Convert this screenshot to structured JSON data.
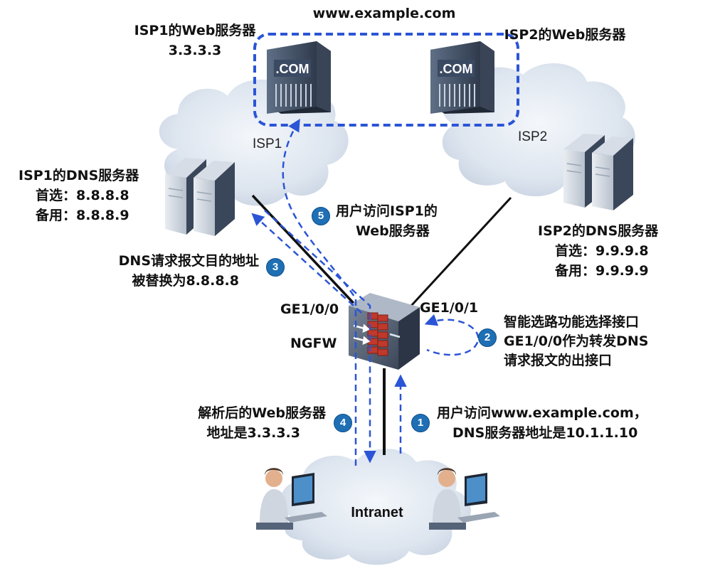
{
  "domain_title": "www.example.com",
  "isp1_web": {
    "title": "ISP1的Web服务器",
    "ip": "3.3.3.3",
    "badge": ".COM"
  },
  "isp2_web": {
    "title": "ISP2的Web服务器",
    "badge": ".COM"
  },
  "isp1_cloud": "ISP1",
  "isp2_cloud": "ISP2",
  "isp1_dns": {
    "title": "ISP1的DNS服务器",
    "primary": "首选：8.8.8.8",
    "backup": "备用：8.8.8.9"
  },
  "isp2_dns": {
    "title": "ISP2的DNS服务器",
    "primary": "首选：9.9.9.8",
    "backup": "备用：9.9.9.9"
  },
  "ngfw": {
    "label": "NGFW",
    "port_left": "GE1/0/0",
    "port_right": "GE1/0/1"
  },
  "intranet": "Intranet",
  "steps": [
    {
      "num": "1",
      "line1": "用户访问www.example.com，",
      "line2": "DNS服务器地址是10.1.1.10"
    },
    {
      "num": "2",
      "line1": "智能选路功能选择接口",
      "line2": "GE1/0/0作为转发DNS",
      "line3": "请求报文的出接口"
    },
    {
      "num": "3",
      "line1": "DNS请求报文目的地址",
      "line2": "被替换为8.8.8.8"
    },
    {
      "num": "4",
      "line1": "解析后的Web服务器",
      "line2": "地址是3.3.3.3"
    },
    {
      "num": "5",
      "line1": "用户访问ISP1的",
      "line2": "Web服务器"
    }
  ],
  "colors": {
    "arrow": "#2b55d6",
    "step_badge": "#1f6fb5",
    "cloud": "#dde5ef",
    "link": "#111111"
  }
}
